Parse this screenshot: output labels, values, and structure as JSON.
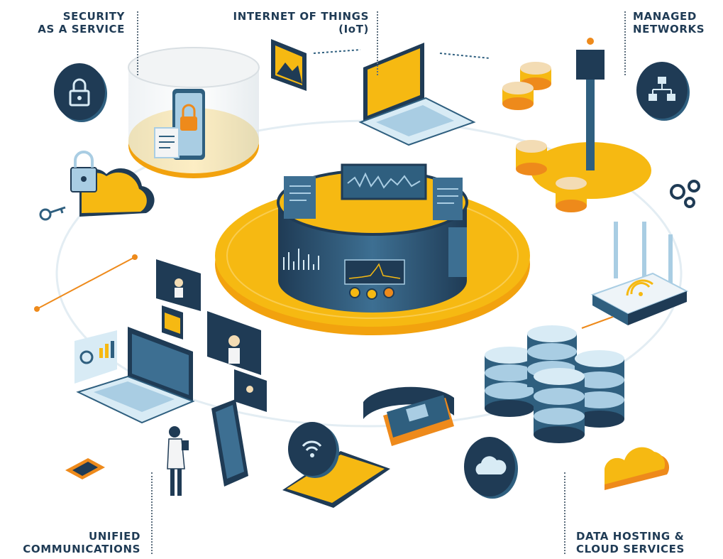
{
  "labels": {
    "security": [
      "SECURITY",
      "AS A SERVICE"
    ],
    "iot": [
      "INTERNET OF THINGS",
      "(IoT)"
    ],
    "managed_networks": [
      "MANAGED",
      "NETWORKS"
    ],
    "unified_communications": [
      "UNIFIED",
      "COMMUNICATIONS"
    ],
    "data_hosting": [
      "DATA HOSTING &",
      "CLOUD SERVICES"
    ]
  },
  "colors": {
    "navy": "#1f3b55",
    "teal_blue": "#2f5f7f",
    "light_blue": "#a9cde3",
    "pale_blue": "#d8ebf5",
    "yellow": "#f6b912",
    "orange": "#ee8a1b",
    "cream": "#f3dcb4",
    "ring": "#e3edf3"
  }
}
